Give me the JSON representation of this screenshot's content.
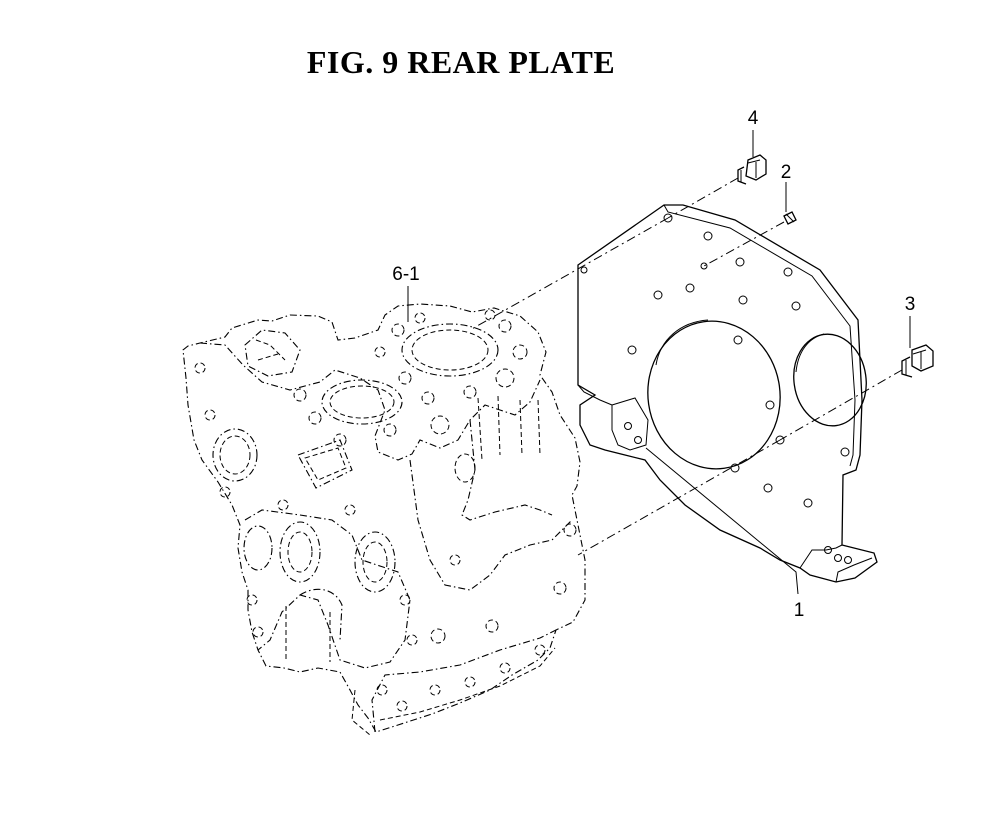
{
  "figure": {
    "title": "FIG.  9  REAR PLATE"
  },
  "callouts": [
    {
      "id": "c1",
      "label": "1"
    },
    {
      "id": "c2",
      "label": "2"
    },
    {
      "id": "c3",
      "label": "3"
    },
    {
      "id": "c4",
      "label": "4"
    },
    {
      "id": "c61",
      "label": "6-1"
    }
  ],
  "colors": {
    "ink": "#000000",
    "paper": "#ffffff"
  }
}
